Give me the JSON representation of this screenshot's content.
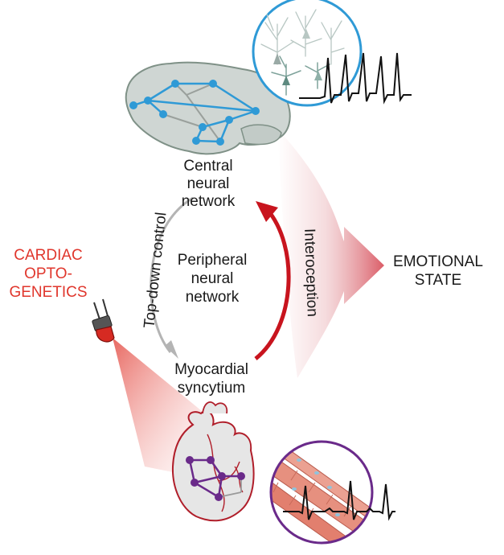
{
  "labels": {
    "central": [
      "Central",
      "neural",
      "network"
    ],
    "peripheral": [
      "Peripheral",
      "neural",
      "network"
    ],
    "myocardial": [
      "Myocardial",
      "syncytium"
    ],
    "emotional": [
      "EMOTIONAL",
      "STATE"
    ],
    "cardiac": [
      "CARDIAC",
      "OPTO-",
      "GENETICS"
    ],
    "topdown": "Top-down control",
    "interoception": "Interoception"
  },
  "colors": {
    "red": "#c8141e",
    "label_red": "#e0362c",
    "gray_arrow": "#b4b4b4",
    "brain_fill": "#cfd6d3",
    "brain_stroke": "#7f9187",
    "neural_blue": "#2f9ad6",
    "heart_fill": "#e6e6e6",
    "heart_stroke": "#b01e2a",
    "purple": "#6a2a8a",
    "muscle": "#e27f6e"
  }
}
